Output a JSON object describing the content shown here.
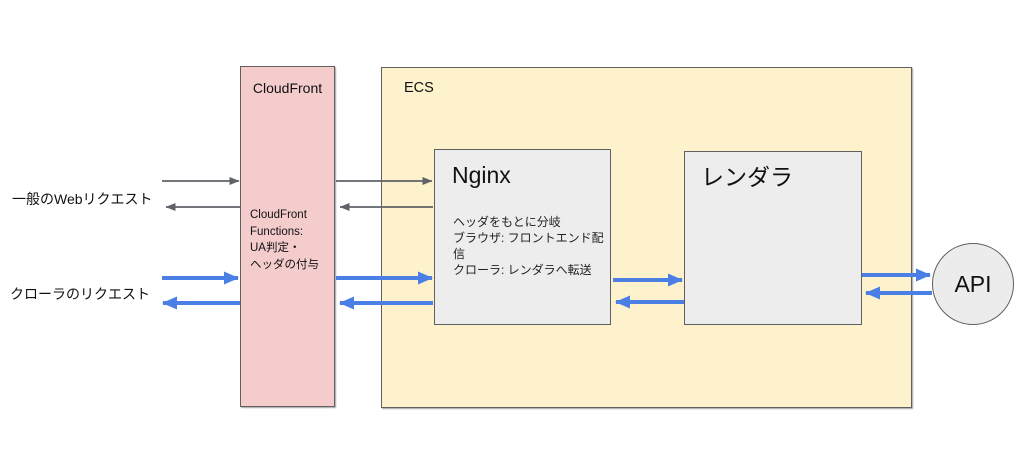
{
  "diagram": {
    "left_labels": {
      "web_request": "一般のWebリクエスト",
      "crawler_request": "クローラのリクエスト"
    },
    "cloudfront": {
      "title": "CloudFront",
      "note_lines": [
        "CloudFront",
        "Functions:",
        "UA判定・",
        "ヘッダの付与"
      ]
    },
    "ecs": {
      "title": "ECS",
      "nginx": {
        "title": "Nginx",
        "note_lines": [
          "ヘッダをもとに分岐",
          "ブラウザ: フロントエンド配信",
          "クローラ: レンダラへ転送"
        ]
      },
      "renderer": {
        "title": "レンダラ"
      }
    },
    "api": {
      "title": "API"
    },
    "colors": {
      "cloudfront_fill": "#f4cccc",
      "ecs_fill": "#fdf2cc",
      "node_fill": "#ededed",
      "box_border": "#606060",
      "web_arrow": "#5f6368",
      "crawler_arrow": "#4a80e6"
    }
  }
}
